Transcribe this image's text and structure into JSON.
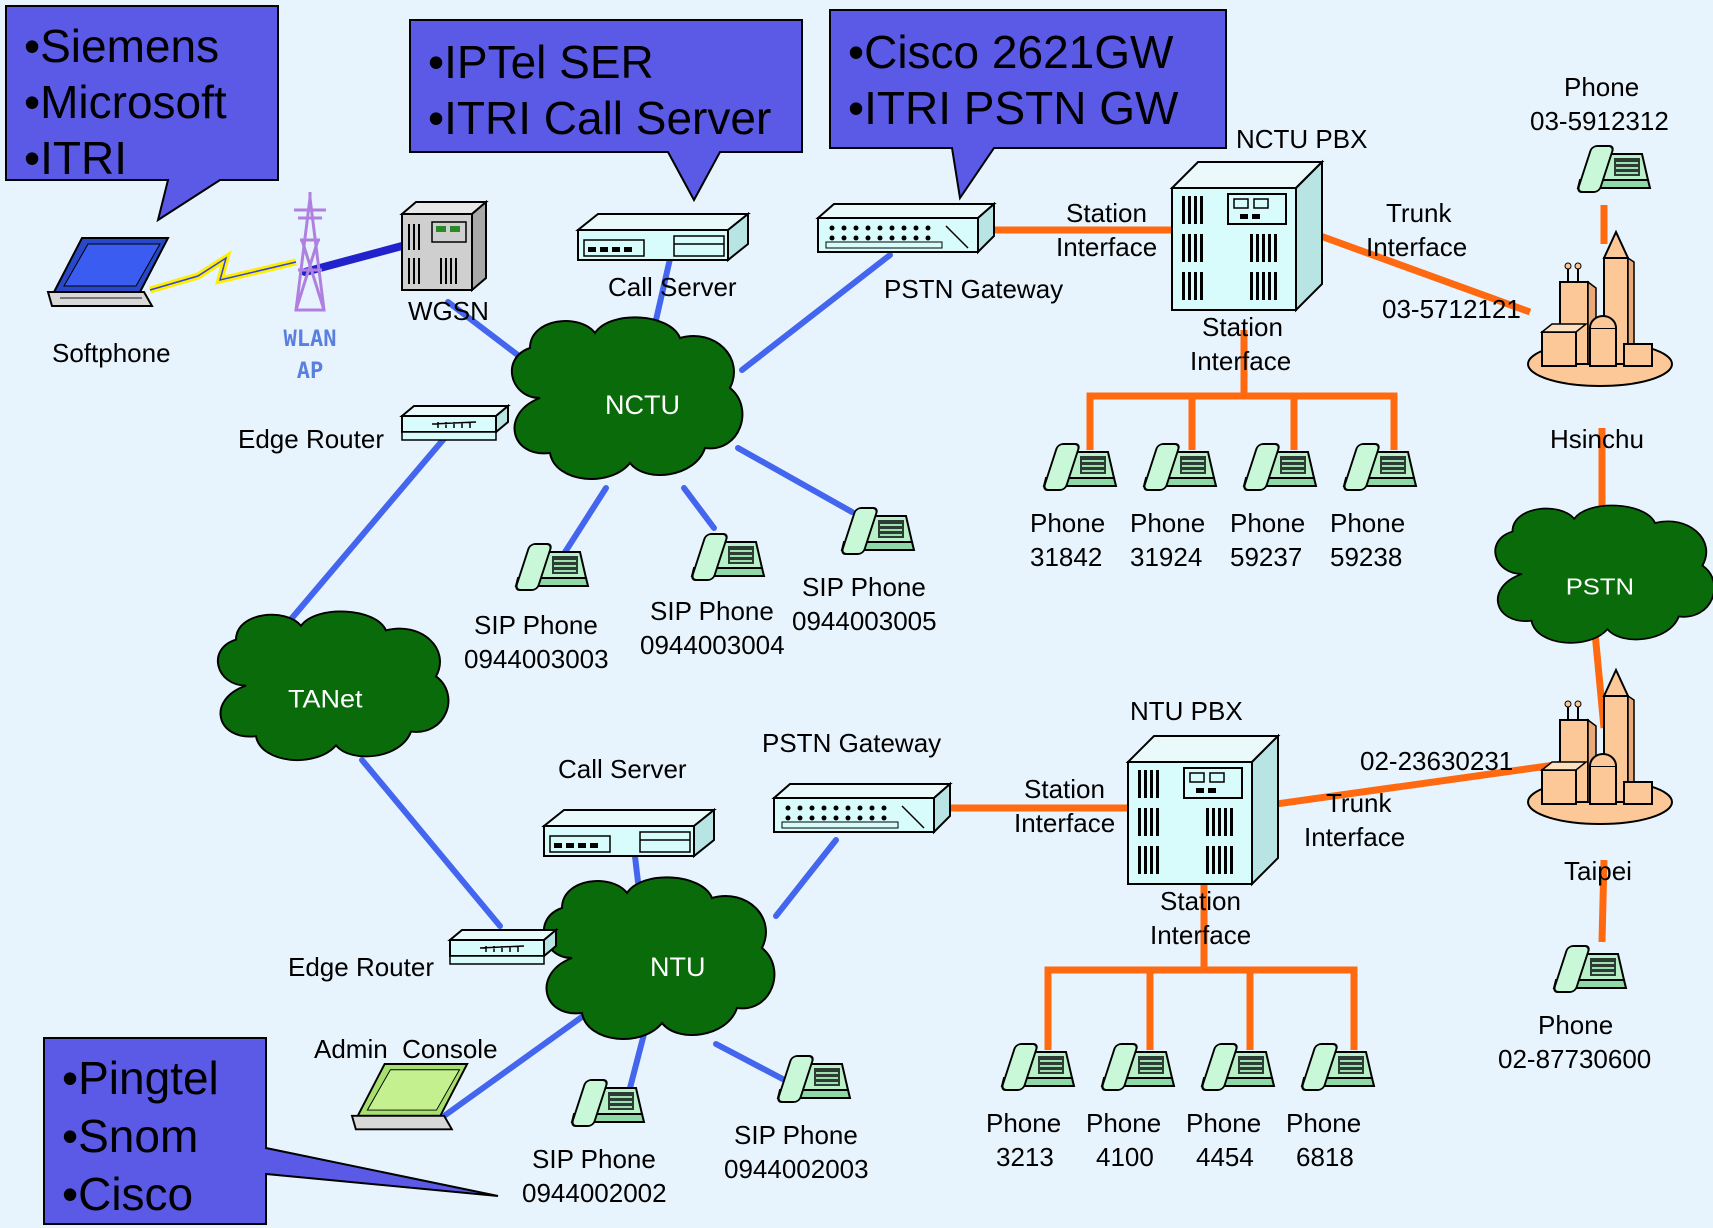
{
  "callouts": {
    "vendors_softphone": [
      "•Siemens",
      "•Microsoft",
      "•ITRI"
    ],
    "call_servers": [
      "•IPTel SER",
      "•ITRI Call Server"
    ],
    "gateways": [
      "•Cisco 2621GW",
      "•ITRI PSTN GW"
    ],
    "sip_phones": [
      "•Pingtel",
      "•Snom",
      "•Cisco"
    ]
  },
  "clouds": {
    "nctu": "NCTU",
    "ntu": "NTU",
    "tanet": "TANet",
    "pstn": "PSTN"
  },
  "nctu_side": {
    "softphone": "Softphone",
    "wlan_ap": [
      "WLAN",
      "AP"
    ],
    "wgsn": "WGSN",
    "call_server": "Call Server",
    "pstn_gateway": "PSTN Gateway",
    "edge_router": "Edge Router",
    "sip_phones": [
      {
        "label": "SIP Phone",
        "number": "0944003003"
      },
      {
        "label": "SIP Phone",
        "number": "0944003004"
      },
      {
        "label": "SIP Phone",
        "number": "0944003005"
      }
    ],
    "pbx": "NCTU PBX",
    "station_interface_left": [
      "Station",
      "Interface"
    ],
    "station_interface_bottom": [
      "Station",
      "Interface"
    ],
    "trunk_interface": [
      "Trunk",
      "Interface"
    ],
    "trunk_number": "03-5712121",
    "phones": [
      {
        "label": "Phone",
        "number": "31842"
      },
      {
        "label": "Phone",
        "number": "31924"
      },
      {
        "label": "Phone",
        "number": "59237"
      },
      {
        "label": "Phone",
        "number": "59238"
      }
    ]
  },
  "ntu_side": {
    "call_server": "Call Server",
    "pstn_gateway": "PSTN Gateway",
    "edge_router": "Edge Router",
    "admin_console": "Admin  Console",
    "sip_phones": [
      {
        "label": "SIP Phone",
        "number": "0944002002"
      },
      {
        "label": "SIP Phone",
        "number": "0944002003"
      }
    ],
    "pbx": "NTU PBX",
    "station_interface_left": [
      "Station",
      "Interface"
    ],
    "station_interface_bottom": [
      "Station",
      "Interface"
    ],
    "trunk_interface": [
      "Trunk",
      "Interface"
    ],
    "trunk_number": "02-23630231",
    "phones": [
      {
        "label": "Phone",
        "number": "3213"
      },
      {
        "label": "Phone",
        "number": "4100"
      },
      {
        "label": "Phone",
        "number": "4454"
      },
      {
        "label": "Phone",
        "number": "6818"
      }
    ]
  },
  "pstn_side": {
    "hsinchu": "Hsinchu",
    "taipei": "Taipei",
    "phone_hsinchu": {
      "label": "Phone",
      "number": "03-5912312"
    },
    "phone_taipei": {
      "label": "Phone",
      "number": "02-87730600"
    }
  },
  "colors": {
    "background": "#e8f4fd",
    "callout_fill": "#5a5ae6",
    "cloud_fill": "#0a6b0a",
    "ip_link": "#4466ee",
    "pbx_link": "#ff6a10",
    "device_fill": "#d8fbfb",
    "city_fill": "#fcc898"
  }
}
